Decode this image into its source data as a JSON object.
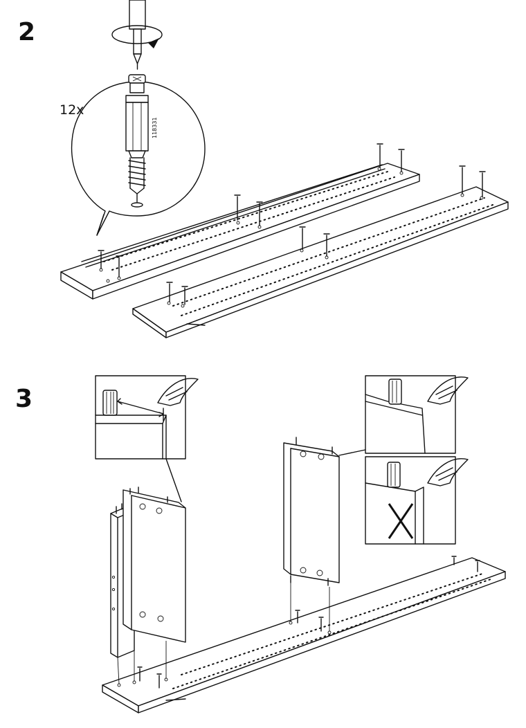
{
  "steps": {
    "step2": {
      "number": "2",
      "quantity": "12x",
      "part_number": "118331"
    },
    "step3": {
      "number": "3"
    }
  },
  "icons": [
    "screwdriver-icon",
    "rotation-arrow-icon",
    "press-hand-icon",
    "wrong-cross-icon"
  ]
}
